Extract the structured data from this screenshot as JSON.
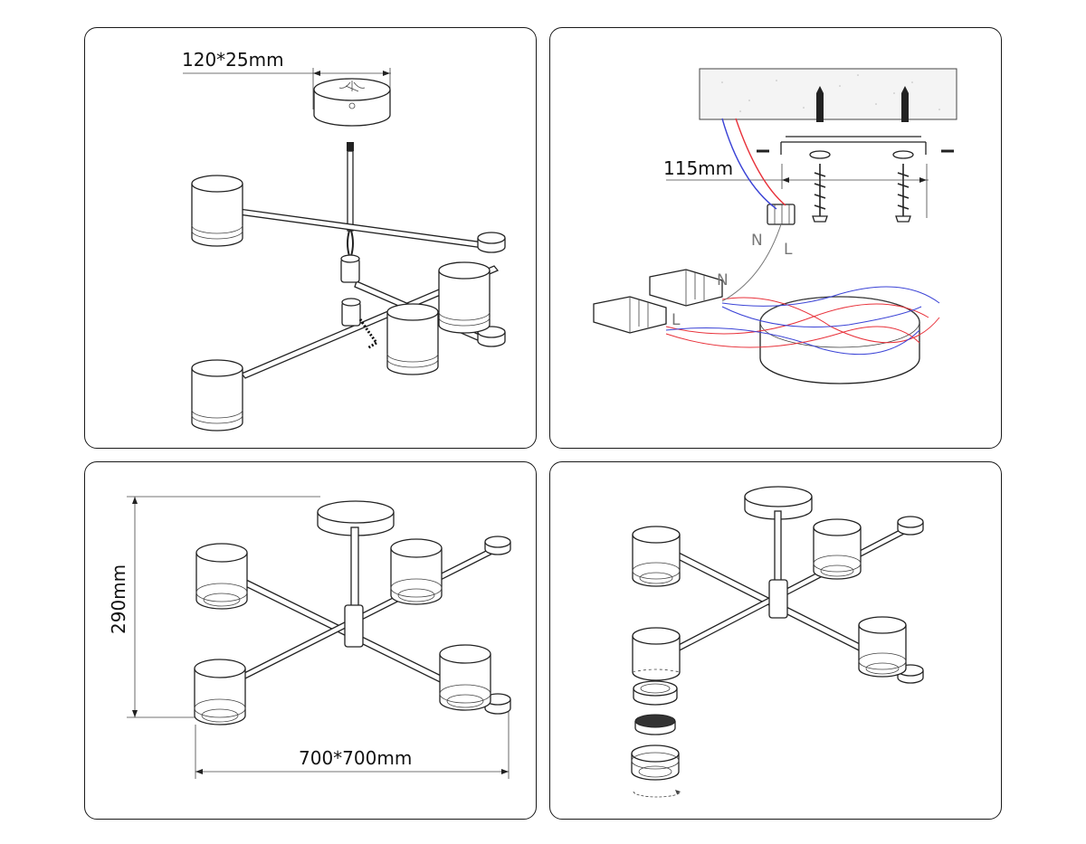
{
  "panels": {
    "canopy_dimension": {
      "label": "120*25mm"
    },
    "installation": {
      "label": "115mm",
      "neutral": "N",
      "live": "L",
      "neutral2": "N",
      "live2": "L"
    },
    "overall_dimension": {
      "height_label": "290mm",
      "width_label": "700*700mm"
    },
    "lens_assembly": {}
  },
  "colors": {
    "live_wire": "#e8313a",
    "neutral_wire": "#3b43d6",
    "line": "#222222"
  }
}
